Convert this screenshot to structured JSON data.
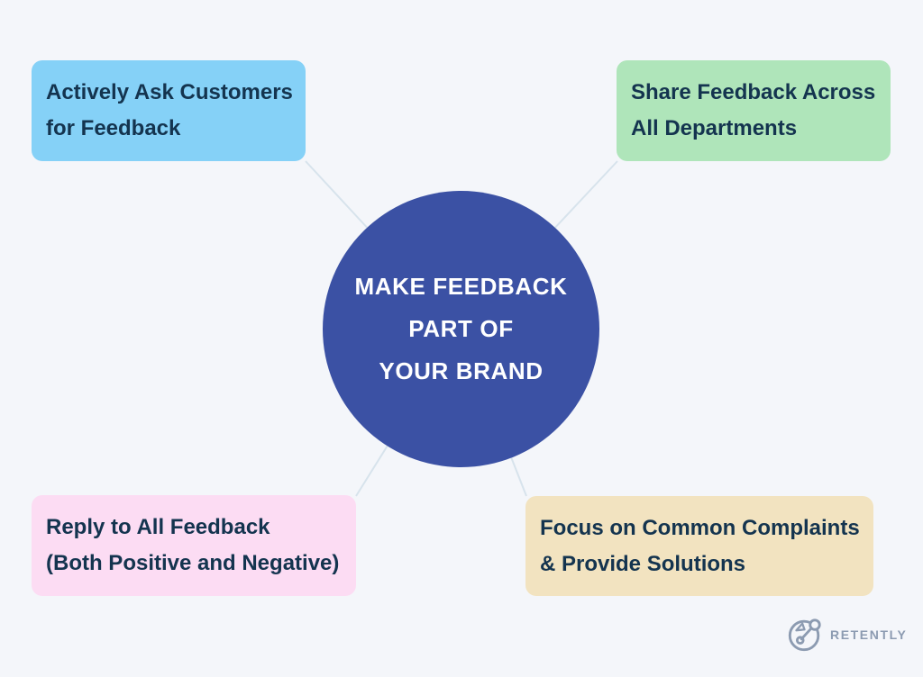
{
  "page": {
    "background_color": "#F4F6FA",
    "connector_color": "#D7E3EC"
  },
  "center": {
    "lines": [
      "MAKE FEEDBACK",
      "PART OF",
      "YOUR BRAND"
    ],
    "bg_color": "#3B51A4",
    "text_color": "#FFFFFF"
  },
  "nodes": [
    {
      "id": "actively-ask-customers",
      "lines": [
        "Actively Ask Customers",
        "for Feedback"
      ],
      "bg_color": "#85D1F7",
      "text_color": "#14344F"
    },
    {
      "id": "share-feedback-departments",
      "lines": [
        "Share Feedback Across",
        "All Departments"
      ],
      "bg_color": "#AFE5BA",
      "text_color": "#14344F"
    },
    {
      "id": "reply-to-all-feedback",
      "lines": [
        "Reply to All Feedback",
        "(Both Positive and Negative)"
      ],
      "bg_color": "#FCDCF3",
      "text_color": "#14344F"
    },
    {
      "id": "focus-common-complaints",
      "lines": [
        "Focus on Common Complaints",
        "& Provide Solutions"
      ],
      "bg_color": "#F2E3C0",
      "text_color": "#14344F"
    }
  ],
  "logo": {
    "text": "RETENTLY",
    "color": "#8C9BB1"
  }
}
